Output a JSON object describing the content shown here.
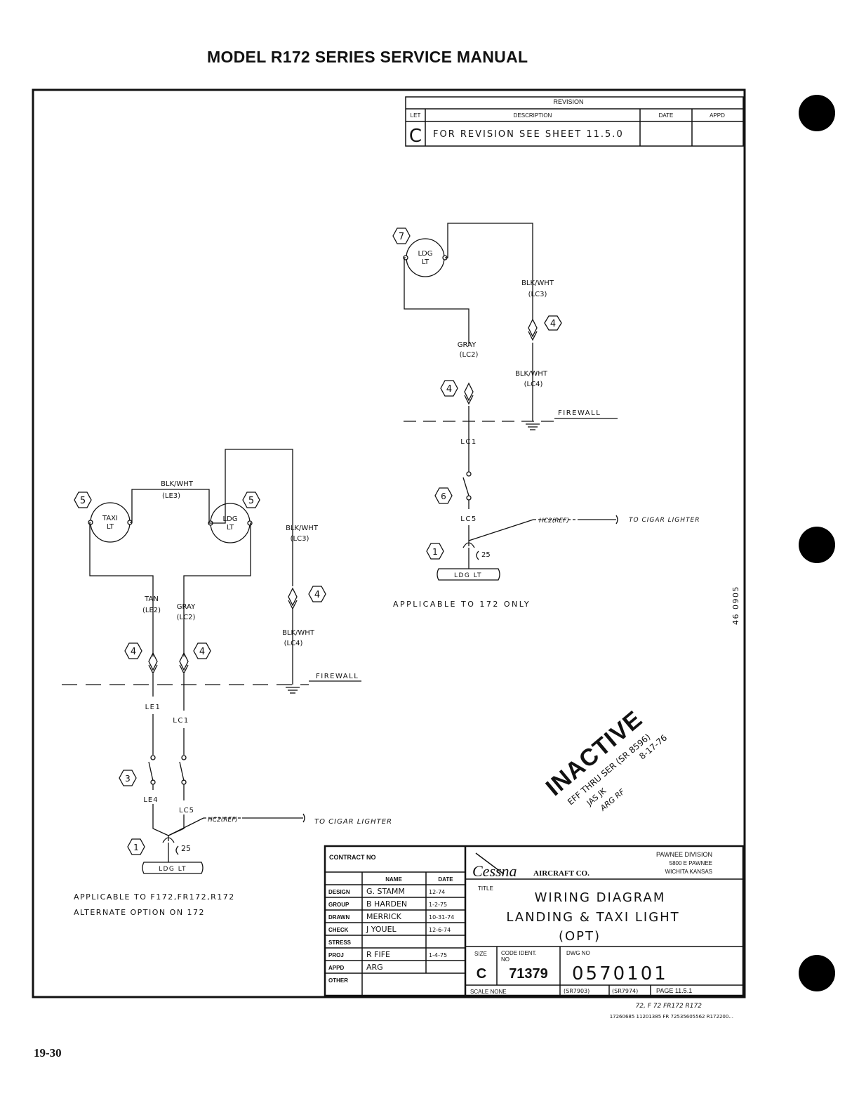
{
  "header": {
    "title": "MODEL R172 SERIES SERVICE MANUAL"
  },
  "footer": {
    "page_number": "19-30"
  },
  "revision_block": {
    "heading": "REVISION",
    "col_let": "LET",
    "col_description": "DESCRIPTION",
    "col_date": "DATE",
    "col_appd": "APPD",
    "row_let": "C",
    "row_description": "FOR REVISION SEE SHEET 11.5.0"
  },
  "diagram_right": {
    "light_label": "LDG\nLT",
    "light_callout": "7",
    "wire_top_label": "BLK/WHT",
    "wire_top_code": "(LC3)",
    "connector_callout_top": "4",
    "wire_bottom_label": "BLK/WHT",
    "wire_bottom_code": "(LC4)",
    "gray_label": "GRAY",
    "gray_code": "(LC2)",
    "connector_callout_left": "4",
    "firewall_label": "FIREWALL",
    "lc1_label": "LC1",
    "switch_callout": "6",
    "lc5_label": "LC5",
    "ref_label": "HC2(REF)",
    "cigar_label": "TO CIGAR LIGHTER",
    "breaker_callout": "1",
    "breaker_value": "25",
    "breaker_box_label": "LDG LT",
    "applicability": "APPLICABLE TO 172 ONLY"
  },
  "diagram_left": {
    "taxi_light": "TAXI\nLT",
    "taxi_callout": "5",
    "ldg_light": "LDG\nLT",
    "ldg_callout": "5",
    "wire_le3_label": "BLK/WHT",
    "wire_le3_code": "(LE3)",
    "wire_lc3_label": "BLK/WHT",
    "wire_lc3_code": "(LC3)",
    "tan_label": "TAN",
    "tan_code": "(LE2)",
    "gray_label": "GRAY",
    "gray_code": "(LC2)",
    "connector_callout_right": "4",
    "wire_lc4_label": "BLK/WHT",
    "wire_lc4_code": "(LC4)",
    "connector_callout_a": "4",
    "connector_callout_b": "4",
    "firewall_label": "FIREWALL",
    "le1_label": "LE1",
    "lc1_label": "LC1",
    "switch_callout": "3",
    "le4_label": "LE4",
    "lc5_label": "LC5",
    "ref_label": "HC2(REF)",
    "cigar_label": "TO CIGAR LIGHTER",
    "breaker_callout": "1",
    "breaker_value": "25",
    "breaker_box_label": "LDG LT",
    "applicability_line1": "APPLICABLE TO F172,FR172,R172",
    "applicability_line2": "ALTERNATE OPTION ON 172"
  },
  "stamp": {
    "word": "INACTIVE",
    "line1": "EFF THRU SER (SR 8596)",
    "line2": "8-17-76",
    "initials": "JAS JK",
    "initials2": "ARG RF"
  },
  "side_note": "46 0905",
  "title_block": {
    "contract_label": "CONTRACT NO",
    "name_header": "NAME",
    "date_header": "DATE",
    "rows": [
      {
        "role": "DESIGN",
        "name": "G. STAMM",
        "date": "12-74"
      },
      {
        "role": "GROUP",
        "name": "B HARDEN",
        "date": "1-2-75"
      },
      {
        "role": "DRAWN",
        "name": "MERRICK",
        "date": "10-31-74"
      },
      {
        "role": "CHECK",
        "name": "J YOUEL",
        "date": "12-6-74"
      },
      {
        "role": "STRESS",
        "name": "",
        "date": ""
      },
      {
        "role": "PROJ",
        "name": "R FIFE",
        "date": "1-4-75"
      },
      {
        "role": "APPD",
        "name": "ARG",
        "date": ""
      },
      {
        "role": "OTHER",
        "name": "",
        "date": ""
      }
    ],
    "company": "Cessna",
    "company_suffix": "AIRCRAFT CO.",
    "division_line1": "PAWNEE DIVISION",
    "division_line2": "5800 E PAWNEE",
    "division_line3": "WICHITA KANSAS",
    "title_label": "TITLE",
    "title_line1": "WIRING DIAGRAM",
    "title_line2": "LANDING & TAXI LIGHT",
    "title_line3": "(OPT)",
    "size_label": "SIZE",
    "size_value": "C",
    "code_ident_label": "CODE IDENT.\nNO",
    "code_ident_value": "71379",
    "dwg_no_label": "DWG NO",
    "dwg_no_value": "0570101",
    "scale_label": "SCALE NONE",
    "sr1": "(SR7903)",
    "sr2": "(SR7974)",
    "page_label": "PAGE 11.5.1",
    "effectivity1": "72, F 72  FR172 R172",
    "effectivity2": "17260685 11201385 FR 72535605562 R172200..."
  }
}
